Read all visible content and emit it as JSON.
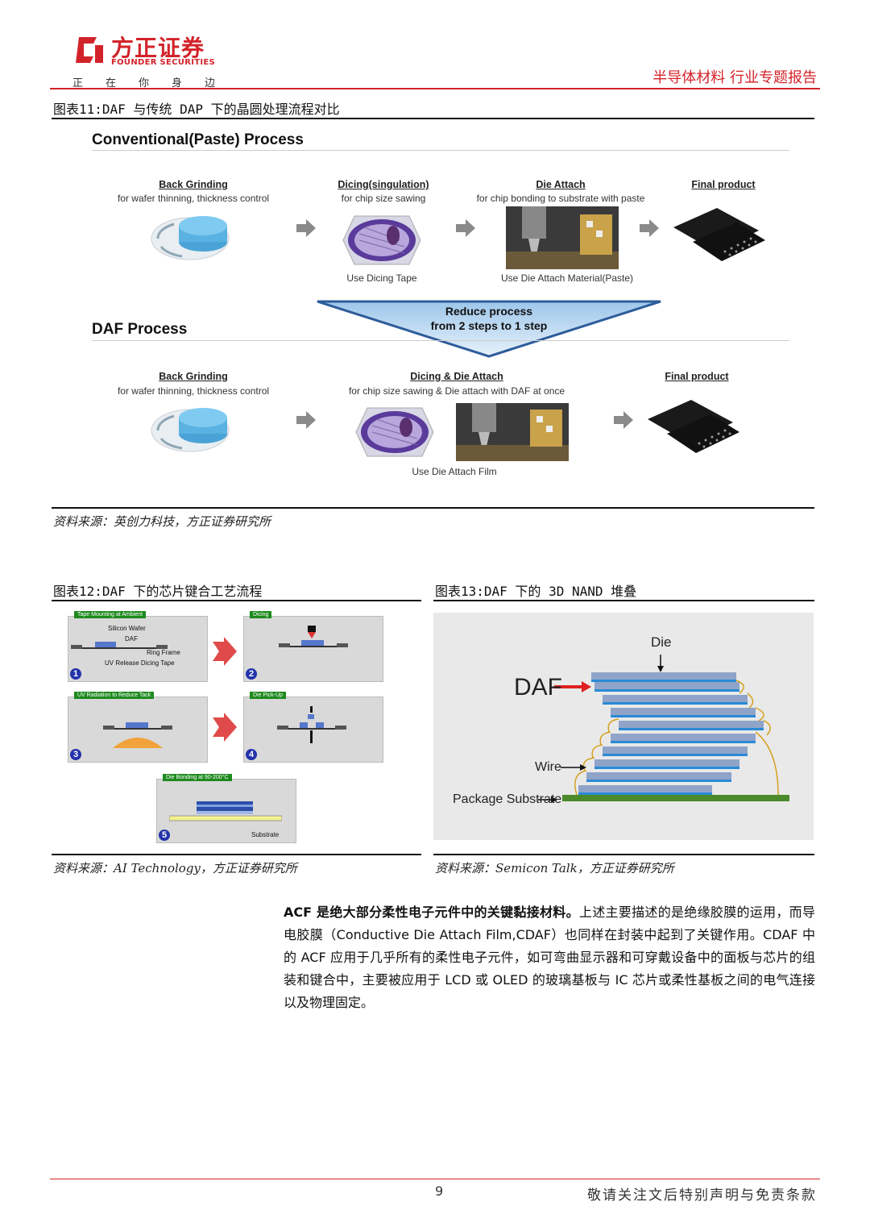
{
  "header": {
    "logo_cn": "方正证券",
    "logo_en": "FOUNDER SECURITIES",
    "slogan": "正在你身边",
    "report_type": "半导体材料 行业专题报告"
  },
  "fig11": {
    "caption": "图表11:DAF 与传统 DAP 下的晶圆处理流程对比",
    "conventional_title": "Conventional(Paste) Process",
    "daf_title": "DAF Process",
    "conv_steps": [
      {
        "title": "Back Grinding",
        "sub": "for wafer thinning, thickness control"
      },
      {
        "title": "Dicing(singulation)",
        "sub": "for chip size sawing"
      },
      {
        "title": "Die Attach",
        "sub": "for chip bonding to substrate with paste"
      },
      {
        "title": "Final product",
        "sub": ""
      }
    ],
    "conv_labels": {
      "dicing": "Use Dicing Tape",
      "attach": "Use Die Attach Material(Paste)"
    },
    "reduce_line1": "Reduce process",
    "reduce_line2": "from 2 steps to 1 step",
    "daf_steps": [
      {
        "title": "Back Grinding",
        "sub": "for wafer thinning, thickness control"
      },
      {
        "title": "Dicing & Die Attach",
        "sub": "for chip size sawing & Die attach with DAF at once"
      },
      {
        "title": "Final product",
        "sub": ""
      }
    ],
    "daf_label": "Use Die Attach Film",
    "source": "资料来源：英创力科技，方正证券研究所"
  },
  "fig12": {
    "caption": "图表12:DAF 下的芯片键合工艺流程",
    "tags": [
      "Tape Mounting at Ambient",
      "Dicing",
      "UV Radiation to Reduce Tack",
      "Die Pick-Up",
      "Die Bonding at 90-200°C"
    ],
    "annotations": {
      "wafer": "Silicon Wafer",
      "daf": "DAF",
      "ring": "Ring Frame",
      "tape": "UV Release Dicing Tape",
      "substrate": "Substrate"
    },
    "numbers": [
      "1",
      "2",
      "3",
      "4",
      "5"
    ],
    "source": "资料来源：AI Technology，方正证券研究所"
  },
  "fig13": {
    "caption": "图表13:DAF 下的 3D NAND 堆叠",
    "label_die": "Die",
    "label_daf": "DAF",
    "label_wire": "Wire",
    "label_substrate": "Package Substrate",
    "source": "资料来源：Semicon Talk，方正证券研究所"
  },
  "body": {
    "lead": "ACF 是绝大部分柔性电子元件中的关键黏接材料。",
    "text": "上述主要描述的是绝缘胶膜的运用，而导电胶膜（Conductive Die Attach Film,CDAF）也同样在封装中起到了关键作用。CDAF 中的 ACF 应用于几乎所有的柔性电子元件，如可弯曲显示器和可穿戴设备中的面板与芯片的组装和键合中，主要被应用于 LCD 或 OLED 的玻璃基板与 IC 芯片或柔性基板之间的电气连接以及物理固定。"
  },
  "footer": {
    "page": "9",
    "note": "敬请关注文后特别声明与免责条款"
  },
  "colors": {
    "brand_red": "#d3232a",
    "tag_green": "#1e8a1e",
    "arrow_gray": "#8a8a8a"
  }
}
